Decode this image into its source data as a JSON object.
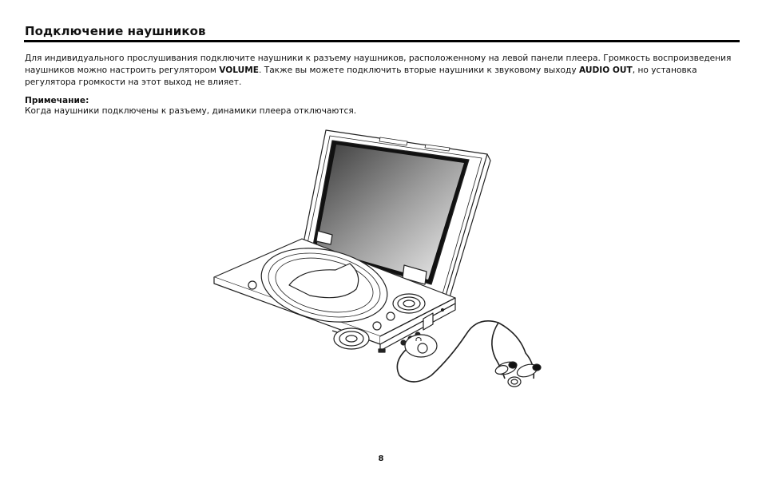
{
  "heading": "Подключение наушников",
  "paragraph": {
    "part1": "Для индивидуального прослушивания подключите наушники к разъему наушников, расположенному на левой панели плеера. Громкость воспроизведения наушников можно настроить регулятором ",
    "bold1": "VOLUME",
    "part2": ". Также вы можете подключить вторые наушники к звуковому выходу ",
    "bold2": "AUDIO OUT",
    "part3": ", но установка регулятора громкости на этот выход не влияет."
  },
  "note": {
    "heading": "Примечание:",
    "text": "Когда наушники подключены к разъему, динамики плеера отключаются."
  },
  "illustration": {
    "icon": "portable-dvd-player-with-earphones"
  },
  "page_number": "8"
}
